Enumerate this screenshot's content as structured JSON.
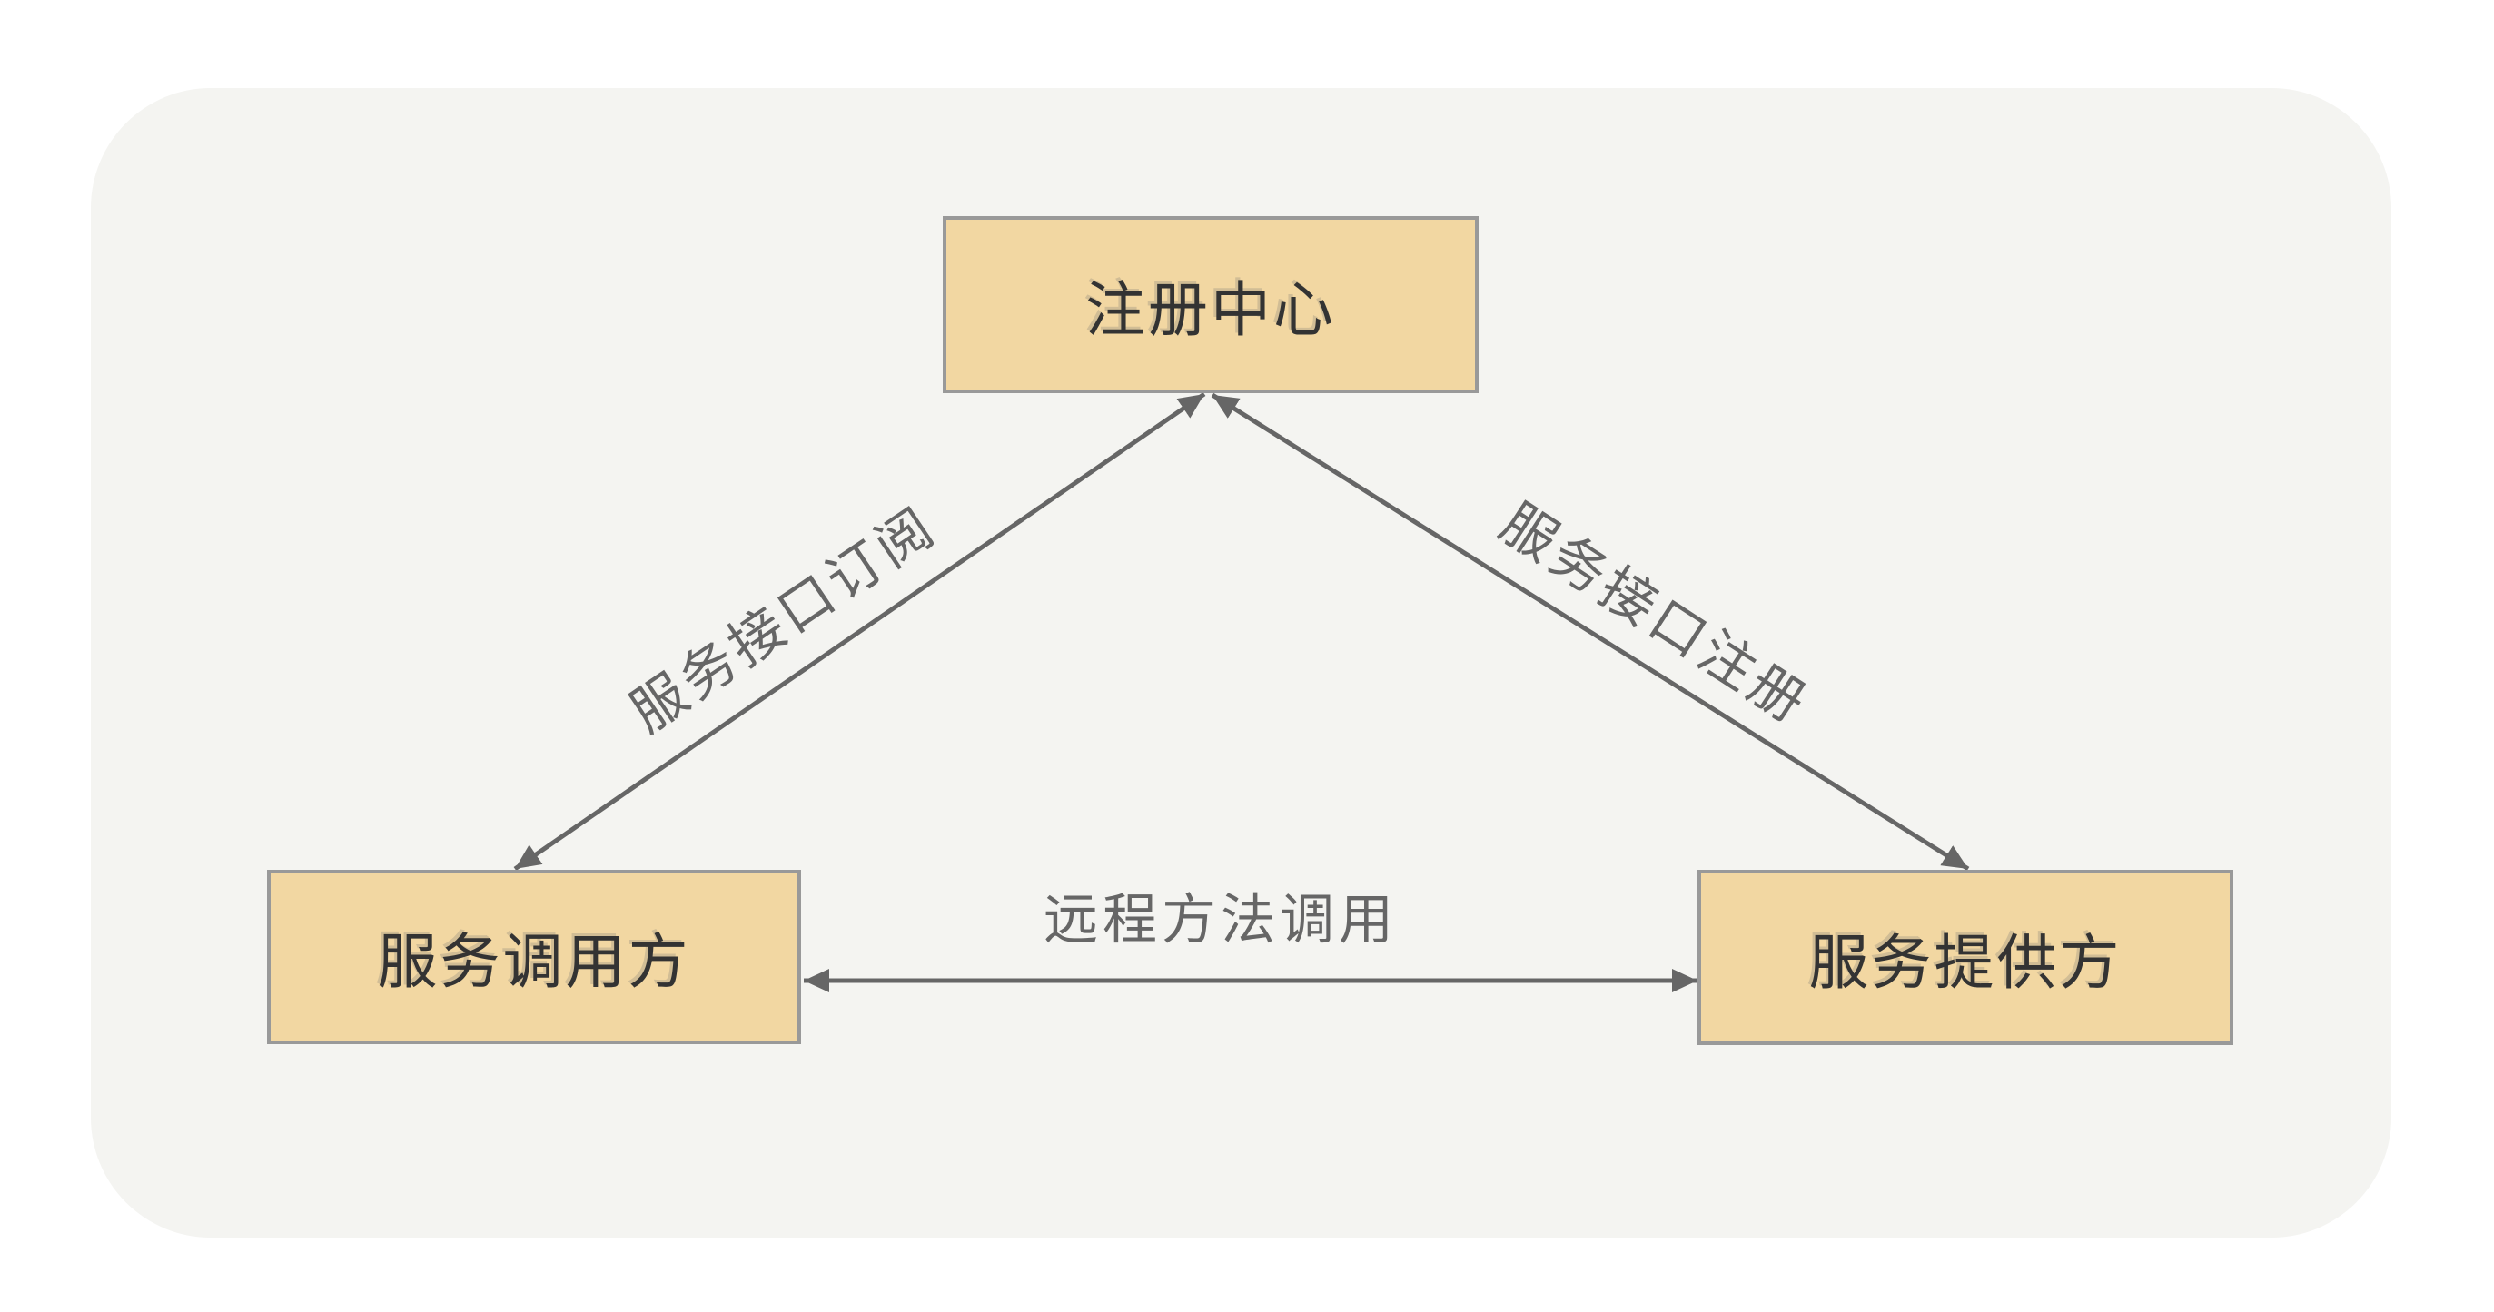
{
  "diagram": {
    "nodes": {
      "registry": {
        "label": "注册中心"
      },
      "consumer": {
        "label": "服务调用方"
      },
      "provider": {
        "label": "服务提供方"
      }
    },
    "edges": {
      "subscribe": {
        "label": "服务接口订阅",
        "from": "consumer",
        "to": "registry",
        "direction": "both"
      },
      "register": {
        "label": "服务接口注册",
        "from": "provider",
        "to": "registry",
        "direction": "both"
      },
      "rpc": {
        "label": "远程方法调用",
        "from": "consumer",
        "to": "provider",
        "direction": "both"
      }
    }
  },
  "theme": {
    "page-bg": "#ffffff",
    "panel-bg": "#f4f4f1",
    "node-fill": "#f2d7a2",
    "node-border": "#999999",
    "node-text": "#333333",
    "edge-color": "#666666",
    "edge-text": "#666666"
  }
}
